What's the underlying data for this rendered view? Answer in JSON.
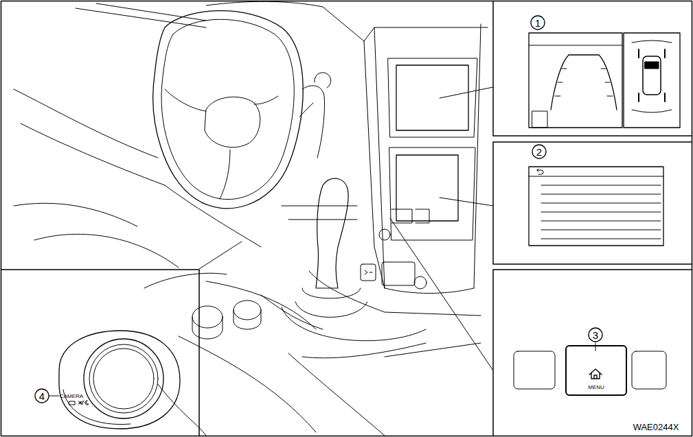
{
  "diagram": {
    "nodes": [
      {
        "text": [
          "MENU"
        ]
      }
    ],
    "labels": [
      "1",
      "2",
      "3",
      "4",
      "CAMERA",
      "WAE0244X"
    ]
  }
}
